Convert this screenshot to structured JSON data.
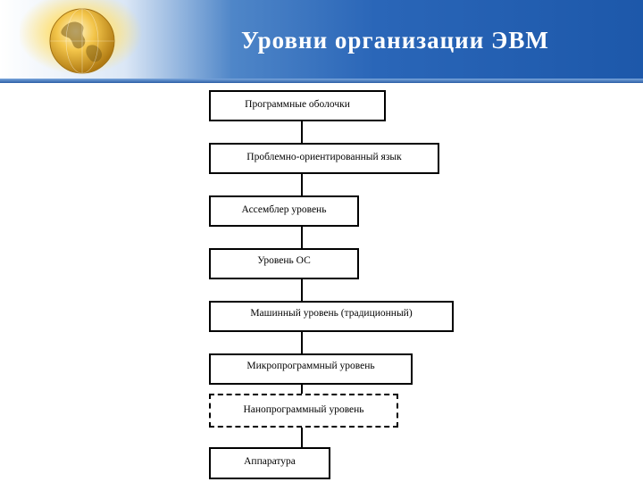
{
  "slide": {
    "title": "Уровни организации ЭВМ"
  },
  "diagram": {
    "levels": [
      {
        "label": "Программные оболочки"
      },
      {
        "label": "Проблемно-ориентированный язык"
      },
      {
        "label": "Ассемблер уровень"
      },
      {
        "label": "Уровень ОС"
      },
      {
        "label": "Машинный уровень (традиционный)"
      },
      {
        "label": "Микропрограммный уровень"
      },
      {
        "label": "Нанопрограммный уровень"
      },
      {
        "label": "Аппаратура"
      }
    ]
  },
  "colors": {
    "header_blue": "#2a66b8",
    "box_border": "#000000"
  },
  "icons": {
    "logo": "globe-icon"
  }
}
